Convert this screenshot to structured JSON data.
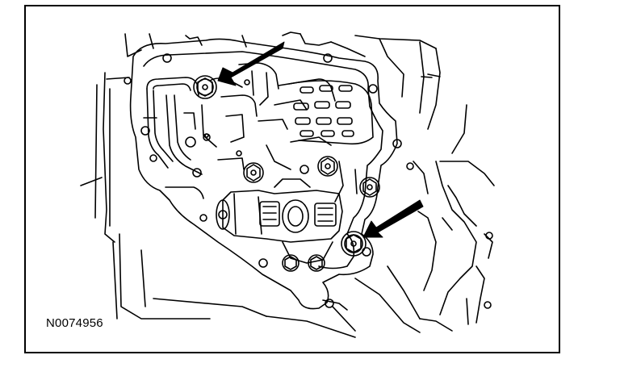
{
  "figure": {
    "id_label": "N0074956",
    "line_color": "#000000",
    "background": "#ffffff",
    "callouts": [
      {
        "icon": "arrow-icon",
        "points_to": "upper-bolt"
      },
      {
        "icon": "arrow-icon",
        "points_to": "lower-bolt"
      }
    ]
  }
}
